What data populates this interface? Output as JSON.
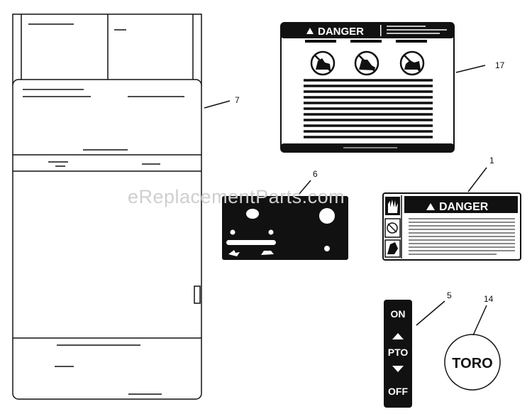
{
  "watermark": "eReplacementParts.com",
  "callouts": [
    "7",
    "17",
    "6",
    "1",
    "5",
    "14"
  ],
  "decal_17": {
    "header": "DANGER"
  },
  "decal_1": {
    "header": "DANGER"
  },
  "decal_5": {
    "on": "ON",
    "pto": "PTO",
    "off": "OFF"
  },
  "decal_14": {
    "logo": "TORO"
  },
  "icons": {
    "warning_triangle": "warning-triangle-icon",
    "hand": "hand-icon",
    "arrow_up": "arrow-up-icon",
    "arrow_down": "arrow-down-icon"
  },
  "colors": {
    "ink": "#111111",
    "paper": "#ffffff",
    "watermark": "#cfcfcf"
  }
}
